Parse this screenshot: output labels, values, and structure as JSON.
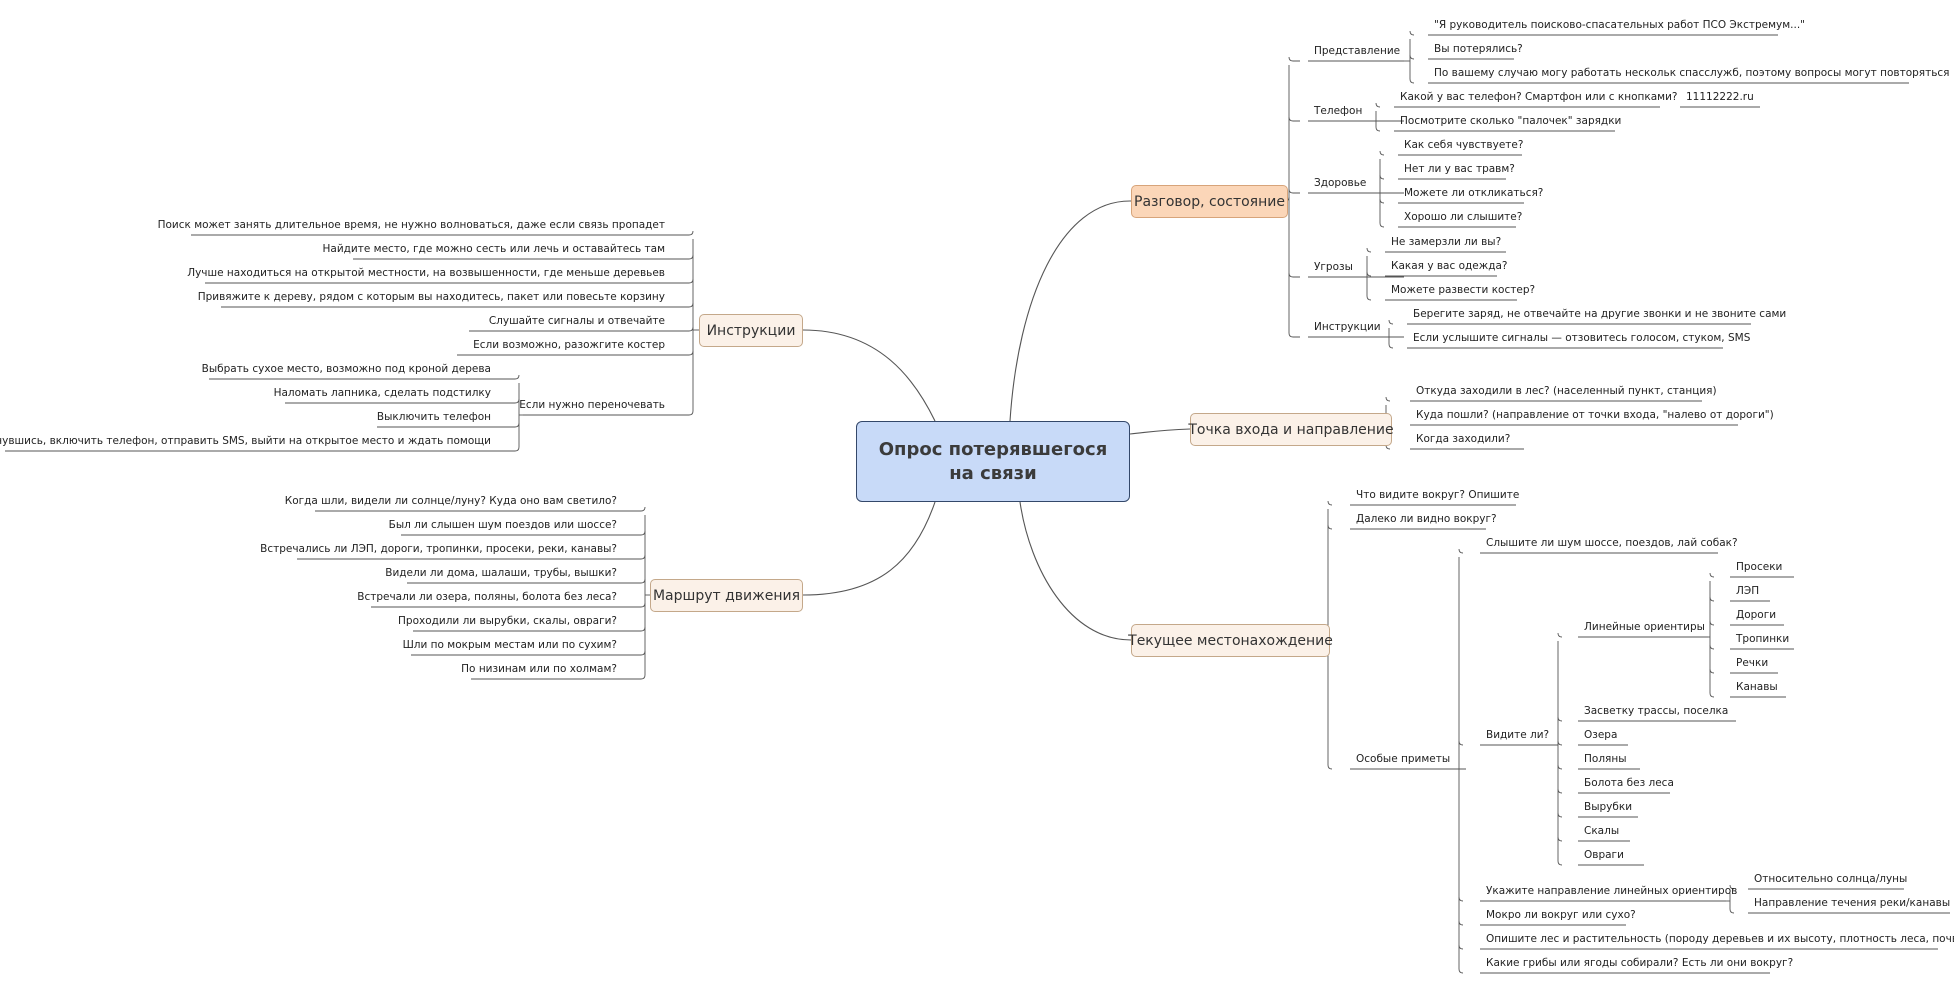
{
  "center": {
    "line1": "Опрос потерявшегося",
    "line2": "на связи"
  },
  "branches": {
    "conversation": "Разговор, состояние",
    "entry": "Точка входа и направление",
    "location": "Текущее местонахождение",
    "instructions": "Инструкции",
    "route": "Маршрут движения"
  },
  "conversation": {
    "intro": {
      "label": "Представление",
      "items": [
        "\"Я руководитель поисково-спасательных работ ПСО Экстремум...\"",
        "Вы потерялись?",
        "По вашему случаю могу работать нескольк спасслужб, поэтому вопросы могут повторяться"
      ]
    },
    "phone": {
      "label": "Телефон",
      "items": [
        "Какой у вас телефон? Смартфон или с кнопками?",
        "Посмотрите сколько \"палочек\" зарядки"
      ],
      "extra": "11112222.ru"
    },
    "health": {
      "label": "Здоровье",
      "items": [
        "Как себя чувствуете?",
        "Нет ли у вас травм?",
        "Можете ли откликаться?",
        "Хорошо ли слышите?"
      ]
    },
    "threats": {
      "label": "Угрозы",
      "items": [
        "Не замерзли ли вы?",
        "Какая у вас одежда?",
        "Можете развести костер?"
      ]
    },
    "instr": {
      "label": "Инструкции",
      "items": [
        "Берегите заряд, не отвечайте на другие звонки и не звоните сами",
        "Если услышите сигналы — отзовитесь голосом, стуком, SMS"
      ]
    }
  },
  "entry": [
    "Откуда заходили в лес? (населенный пункт, станция)",
    "Куда пошли? (направление от точки входа, \"налево от дороги\")",
    "Когда заходили?"
  ],
  "location": {
    "see": "Что видите вокруг? Опишите",
    "far": "Далеко ли видно вокруг?",
    "special": "Особые приметы",
    "hear": "Слышите ли шум шоссе, поездов, лай собак?",
    "seeq": "Видите ли?",
    "linear": "Линейные ориентиры",
    "linear_items": [
      "Просеки",
      "ЛЭП",
      "Дороги",
      "Тропинки",
      "Речки",
      "Канавы"
    ],
    "see_items": [
      "Засветку трассы, поселка",
      "Озера",
      "Поляны",
      "Болота без леса",
      "Вырубки",
      "Скалы",
      "Овраги"
    ],
    "direction": "Укажите направление линейных ориентиров",
    "direction_items": [
      "Относительно солнца/луны",
      "Направление течения реки/канавы"
    ],
    "wet": "Мокро ли вокруг или сухо?",
    "forest": "Опишите лес и растительность (породу деревьев и их высоту, плотность леса, почву)",
    "mushrooms": "Какие грибы или ягоды собирали? Есть ли они вокруг?"
  },
  "instructions": {
    "items": [
      "Поиск может занять длительное время, не нужно волноваться, даже если связь пропадет",
      "Найдите место, где можно сесть или лечь и оставайтесь там",
      "Лучше находиться на открытой местности, на возвышенности, где меньше деревьев",
      "Привяжите к дереву, рядом с которым вы находитесь, пакет или повесьте корзину",
      "Слушайте сигналы и отвечайте",
      "Если возможно, разожгите костер"
    ],
    "night": "Если нужно переночевать",
    "night_items": [
      "Выбрать сухое место, возможно под кроной дерева",
      "Наломать лапника, сделать подстилку",
      "Выключить телефон",
      "Проснувшись, включить телефон, отправить SMS, выйти на открытое место и ждать помощи"
    ]
  },
  "route": [
    "Когда шли, видели ли солнце/луну? Куда оно вам светило?",
    "Был ли слышен шум поездов или шоссе?",
    "Встречались ли ЛЭП, дороги, тропинки, просеки, реки, канавы?",
    "Видели ли дома, шалаши, трубы, вышки?",
    "Встречали ли озера, поляны, болота без леса?",
    "Проходили ли вырубки, скалы, овраги?",
    "Шли по мокрым местам или по сухим?",
    "По низинам или по холмам?"
  ],
  "colors": {
    "line": "#555555",
    "central_fill": "#c8daf8",
    "highlight_fill": "#fbd6b8",
    "branch_fill": "#fbf1e8"
  }
}
